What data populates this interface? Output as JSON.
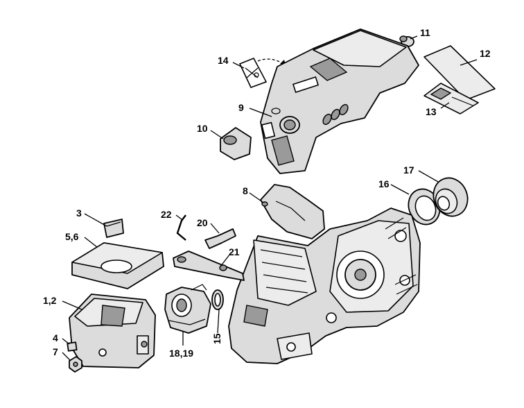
{
  "callouts": [
    {
      "id": "c11",
      "label": "11"
    },
    {
      "id": "c12",
      "label": "12"
    },
    {
      "id": "c14",
      "label": "14"
    },
    {
      "id": "c9",
      "label": "9"
    },
    {
      "id": "c13",
      "label": "13"
    },
    {
      "id": "c10",
      "label": "10"
    },
    {
      "id": "c17",
      "label": "17"
    },
    {
      "id": "c16",
      "label": "16"
    },
    {
      "id": "c8",
      "label": "8"
    },
    {
      "id": "c3",
      "label": "3"
    },
    {
      "id": "c22",
      "label": "22"
    },
    {
      "id": "c20",
      "label": "20"
    },
    {
      "id": "c56",
      "label": "5,6"
    },
    {
      "id": "c21",
      "label": "21"
    },
    {
      "id": "c12b",
      "label": "1,2"
    },
    {
      "id": "c15",
      "label": "15"
    },
    {
      "id": "c4",
      "label": "4"
    },
    {
      "id": "c7",
      "label": "7"
    },
    {
      "id": "c1819",
      "label": "18,19"
    }
  ]
}
